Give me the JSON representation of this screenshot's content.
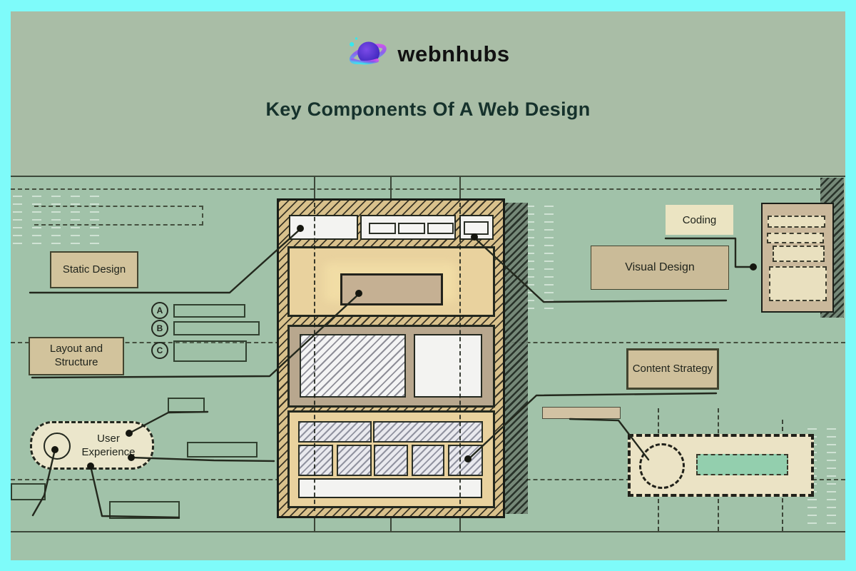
{
  "brand": {
    "name": "webnhubs"
  },
  "page": {
    "title": "Key Components Of A Web Design"
  },
  "diagram": {
    "labels": {
      "static_design": "Static Design",
      "layout_structure": "Layout and Structure",
      "user_experience": "User Experience",
      "coding": "Coding",
      "visual_design": "Visual Design",
      "content_strategy": "Content Strategy"
    },
    "list_markers": [
      "A",
      "B",
      "C"
    ],
    "colors": {
      "frame": "#7EFBFA",
      "header_bg": "#A9BDA6",
      "canvas_bg": "#A1C2A9",
      "ink": "#23281D",
      "title_text": "#16322C",
      "label_tan": "#D2C39C",
      "label_cream": "#EBE4C2",
      "wireframe_sand": "#E9D29E",
      "wireframe_hatch": "#D9C18C",
      "banner_tan": "#C5B093",
      "content_band": "#B8A78E",
      "mint": "#93CFAE",
      "logo_purple": "#5B2FD1",
      "logo_cyan": "#3BE8EE",
      "logo_magenta": "#D94DF0"
    }
  }
}
